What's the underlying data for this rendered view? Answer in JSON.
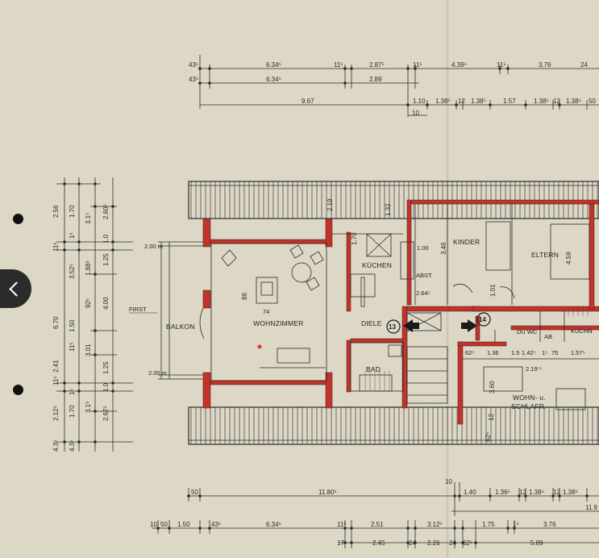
{
  "rooms": {
    "balkon": "BALKON",
    "wohnzimmer": "WOHNZIMMER",
    "kuechen": "KÜCHEN",
    "kinder": "KINDER",
    "eltern": "ELTERN",
    "diele": "DIELE",
    "bad": "BAD",
    "wc": "DU WC",
    "ab": "AB",
    "kuchn": "KÜCHN",
    "wohn_line1": "WOHN- u.",
    "wohn_line2": "SCHLAFR.",
    "abst": "ABST.",
    "first": "FIRST"
  },
  "unit_numbers": {
    "unit_13": "13",
    "unit_14": "14"
  },
  "top_dims": {
    "row1": [
      "43⁵",
      "6.34⁵",
      "11⁵",
      "2.87⁵",
      "11⁵",
      "4.39⁵",
      "11⁵",
      "3.76",
      "24"
    ],
    "row2": [
      "43⁵",
      "6.34⁵",
      "2.89"
    ],
    "row3": [
      "9.67",
      "1.10",
      "1.38⁵",
      "12",
      "1.38⁵",
      "1.57",
      "1.38⁵",
      "12",
      "1.38⁵",
      "50"
    ],
    "small": "10"
  },
  "bottom_dims": {
    "row1": [
      "50",
      "11.80⁵",
      "1.40",
      "1.36⁵",
      "12",
      "1.38⁵",
      "12",
      "1.38⁵",
      "10"
    ],
    "row1_right": "11.9",
    "row2": [
      "10",
      "50",
      "1.50",
      "43⁵",
      "6.34⁵",
      "11⁵",
      "2.51",
      "3.12⁵",
      "1.75",
      "1⁵",
      "3.76"
    ],
    "row3": [
      "17⁵",
      "2.45",
      "24",
      "2.26",
      "24",
      "62⁵",
      "5.89"
    ]
  },
  "left_dims": {
    "outer": [
      "2.56",
      "11⁵",
      "6.70",
      "2.41",
      "11⁵",
      "2.12⁵",
      "4.3⁵"
    ],
    "middle": [
      "1.70",
      "1⁵",
      "3.52⁵",
      "1.50",
      "11⁵",
      "1⁵",
      "1.70",
      "4.3⁵"
    ],
    "inner": [
      "3.1⁵",
      "1.88⁵",
      "92⁵",
      "3.01",
      "3.1⁵"
    ],
    "inner2": [
      "2.60⁵",
      "1.0",
      "1.25",
      "4.00",
      "1.25",
      "1.0",
      "2.67⁵"
    ]
  },
  "interior_dims": {
    "balkon_top": "2.00 m",
    "balkon_bot": "2.00 m",
    "table": "74",
    "table_v": "86",
    "kinder_w": "1.00",
    "k_v": "3.46",
    "diele_d": "2.64⁵",
    "eltern_v": "4.59",
    "wohn_v": "3.60",
    "top_v": "2.19",
    "bad_row": [
      "62⁵",
      "1.36",
      "1.5",
      "1.42⁵",
      "1⁵",
      "75",
      "1.57⁵"
    ],
    "wohn_top": "2.19⁷⁵",
    "k_bar": "1.70",
    "small_a": "1.32",
    "small_b": "1.01",
    "v12": "12",
    "v62": "62⁵"
  },
  "colors": {
    "paper": "#ddd7c5",
    "wall": "#c2332a",
    "line": "#2a2a2a"
  }
}
